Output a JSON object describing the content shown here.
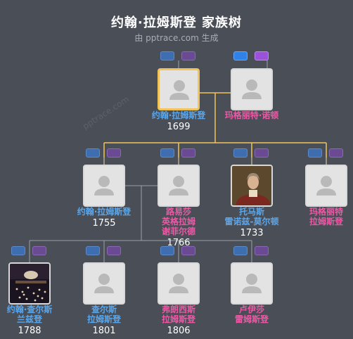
{
  "title": "约翰·拉姆斯登 家族树",
  "subtitle": "由 pptrace.com 生成",
  "watermark": "pptrace.com",
  "colors": {
    "male": "#5aa7ec",
    "female": "#ec5aa6",
    "link": "#f2c35a",
    "selected": "#f2c35a"
  },
  "people": [
    {
      "id": "p1",
      "name_lines": [
        "约翰·拉姆斯登"
      ],
      "year": "1699",
      "gender": "male",
      "selected": true,
      "photo": "placeholder",
      "buttons_active": false
    },
    {
      "id": "p2",
      "name_lines": [
        "玛格丽特·诺顿"
      ],
      "year": "",
      "gender": "female",
      "selected": false,
      "photo": "placeholder",
      "buttons_active": true
    },
    {
      "id": "p3",
      "name_lines": [
        "约翰·拉姆斯登"
      ],
      "year": "1755",
      "gender": "male",
      "selected": false,
      "photo": "placeholder",
      "buttons_active": false
    },
    {
      "id": "p4",
      "name_lines": [
        "路易莎",
        "英格拉姆",
        "谢菲尔德"
      ],
      "year": "1766",
      "gender": "female",
      "selected": false,
      "photo": "placeholder",
      "buttons_active": false
    },
    {
      "id": "p5",
      "name_lines": [
        "托马斯",
        "雷诺兹-莫尔顿"
      ],
      "year": "1733",
      "gender": "male",
      "selected": false,
      "photo": "portrait-painting",
      "buttons_active": false
    },
    {
      "id": "p6",
      "name_lines": [
        "玛格丽特",
        "拉姆斯登"
      ],
      "year": "",
      "gender": "female",
      "selected": false,
      "photo": "placeholder",
      "buttons_active": false
    },
    {
      "id": "p7",
      "name_lines": [
        "约翰·查尔斯",
        "兰兹登"
      ],
      "year": "1788",
      "gender": "male",
      "selected": false,
      "photo": "concert-hall-photo",
      "buttons_active": false
    },
    {
      "id": "p8",
      "name_lines": [
        "查尔斯",
        "拉姆斯登"
      ],
      "year": "1801",
      "gender": "male",
      "selected": false,
      "photo": "placeholder",
      "buttons_active": false
    },
    {
      "id": "p9",
      "name_lines": [
        "弗朗西斯",
        "拉姆斯登"
      ],
      "year": "1806",
      "gender": "female",
      "selected": false,
      "photo": "placeholder",
      "buttons_active": false
    },
    {
      "id": "p10",
      "name_lines": [
        "卢伊莎",
        "雷姆斯登"
      ],
      "year": "",
      "gender": "female",
      "selected": false,
      "photo": "placeholder",
      "buttons_active": false
    }
  ]
}
